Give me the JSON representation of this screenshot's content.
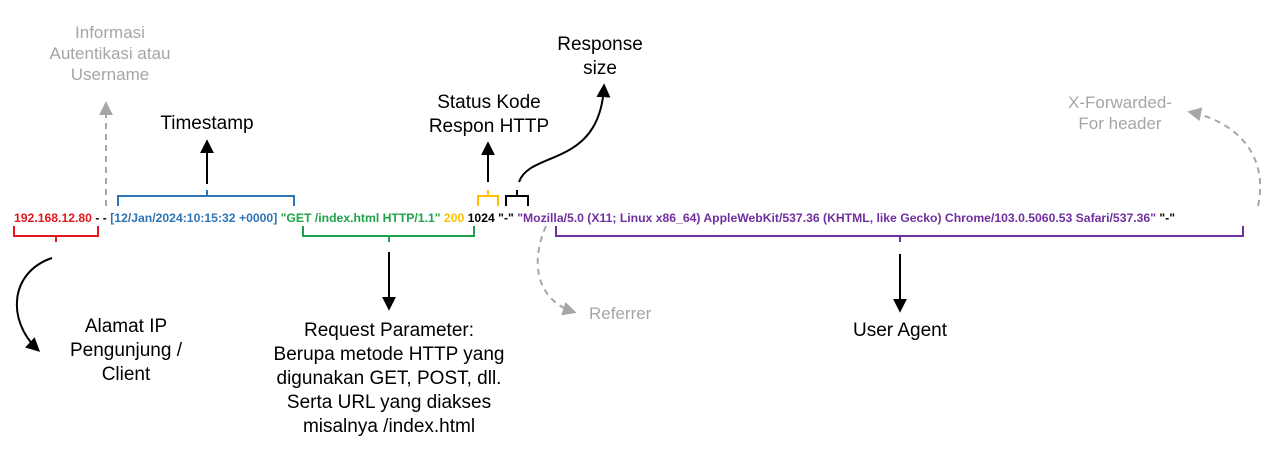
{
  "log_line": {
    "ip": "192.168.12.80",
    "sep1": " - - ",
    "timestamp": "[12/Jan/2024:10:15:32 +0000]",
    "request": "\"GET /index.html HTTP/1.1\"",
    "status": "200",
    "size": "1024",
    "referrer": "\"-\"",
    "user_agent": "\"Mozilla/5.0 (X11; Linux x86_64) AppleWebKit/537.36 (KHTML, like Gecko) Chrome/103.0.5060.53 Safari/537.36\"",
    "forwarded": "\"-\""
  },
  "labels": {
    "auth": [
      "Informasi",
      "Autentikasi atau",
      "Username"
    ],
    "timestamp": "Timestamp",
    "status": [
      "Status Kode",
      "Respon HTTP"
    ],
    "size": [
      "Response",
      "size"
    ],
    "forwarded": [
      "X-Forwarded-",
      "For header"
    ],
    "ip": [
      "Alamat IP",
      "Pengunjung /",
      "Client"
    ],
    "request": [
      "Request Parameter:",
      "Berupa metode HTTP yang",
      "digunakan GET, POST, dll.",
      "Serta URL yang diakses",
      "misalnya /index.html"
    ],
    "referrer": "Referrer",
    "user_agent": "User Agent"
  },
  "colors": {
    "ip": "#e2161c",
    "timestamp": "#2e75b6",
    "request": "#1fa34a",
    "status": "#ffc000",
    "size": "#000000",
    "user_agent": "#7030a0",
    "muted": "#a6a6a6"
  }
}
